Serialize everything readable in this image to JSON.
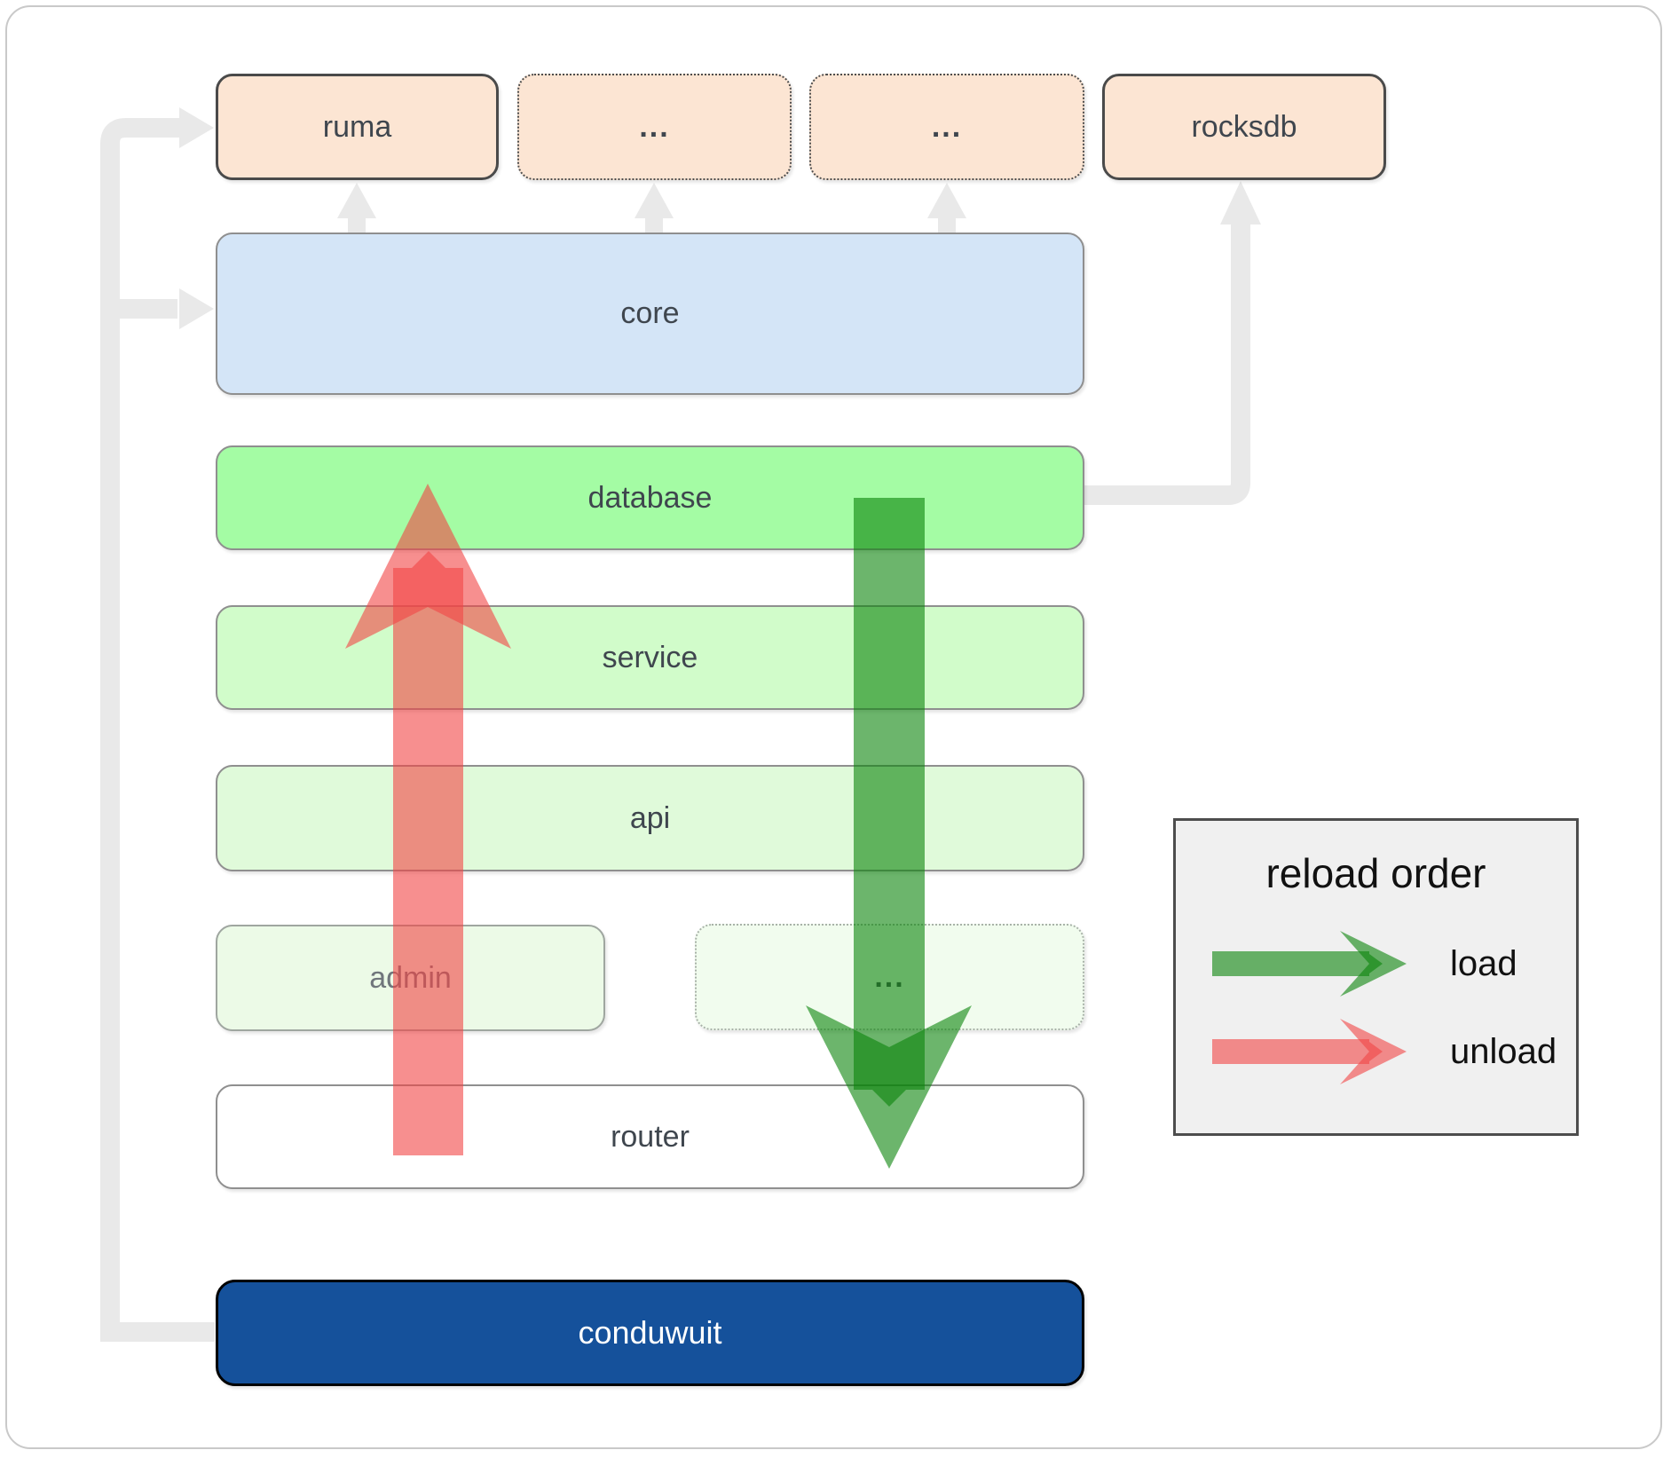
{
  "boxes": {
    "ruma": {
      "label": "ruma"
    },
    "deps_more_1": {
      "label": "..."
    },
    "deps_more_2": {
      "label": "..."
    },
    "rocksdb": {
      "label": "rocksdb"
    },
    "core": {
      "label": "core"
    },
    "database": {
      "label": "database"
    },
    "service": {
      "label": "service"
    },
    "api": {
      "label": "api"
    },
    "admin": {
      "label": "admin"
    },
    "services_more": {
      "label": "..."
    },
    "router": {
      "label": "router"
    },
    "conduwuit": {
      "label": "conduwuit"
    }
  },
  "legend": {
    "title": "reload order",
    "items": [
      {
        "label": "load"
      },
      {
        "label": "unload"
      }
    ]
  },
  "colors": {
    "load_green": "#0a840a",
    "unload_red": "#f24444",
    "connector_gray": "#e9e9e9",
    "conduwuit_blue": "#15519b",
    "dependency_peach": "#fce5d3",
    "core_blue": "#d4e5f7",
    "database_green": "#a4fca4"
  }
}
